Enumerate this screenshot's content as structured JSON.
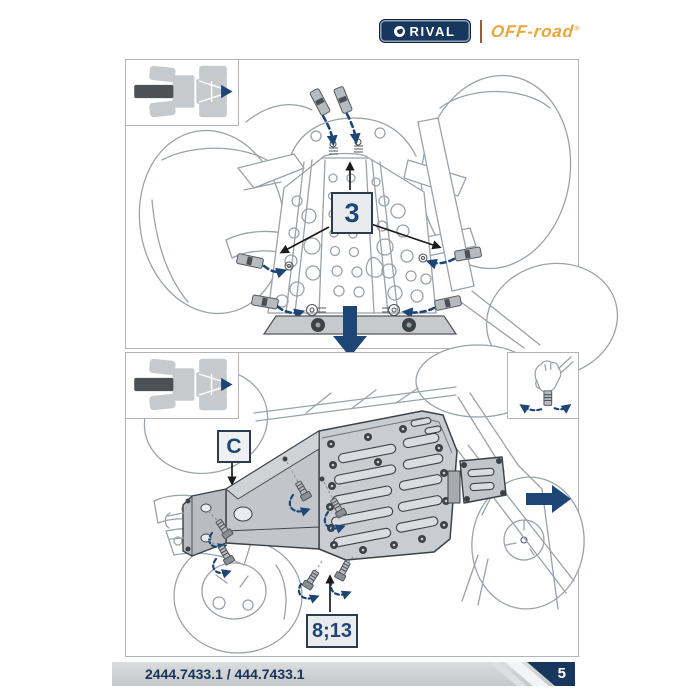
{
  "header": {
    "brand": "RIVAL",
    "wordmark": "OFF-road",
    "registered": "®"
  },
  "figure_top": {
    "step_label": "3",
    "description": "front skid plate fastening points, front view from below",
    "hardware_bolts_shown": 6
  },
  "figure_bottom": {
    "zone_label": "C",
    "step_label": "8;13",
    "description": "main skid plate hand-tightening, underside side view"
  },
  "footer": {
    "part_numbers": "2444.7433.1 / 444.7433.1",
    "page_number": "5"
  },
  "icons": {
    "rival_paw_icon": "white circle glyph in navy badge",
    "vehicle_top_view_icon": "gray ATV silhouette with dark front plate and navy right arrow",
    "hand_tighten_icon": "hand turning fastener with navy rotation arrows",
    "bolt_icon": "gray fastener rectangle",
    "down_arrow_icon": "large navy down arrow",
    "right_arrow_icon": "large navy right arrow",
    "rotation_arrow_icon": "dashed navy curved arrow"
  },
  "colors": {
    "brand_navy": "#18375f",
    "accent_orange": "#e9a63b",
    "arrow_navy": "#1d4575",
    "divider_brown": "#96603f",
    "line_gray": "#9aa2aa",
    "plate_gray": "#c9cdd1",
    "label_box_bg": "#e9ebee",
    "footer_bar": "#ced0d3",
    "inset_dark_part": "#4d5156"
  }
}
